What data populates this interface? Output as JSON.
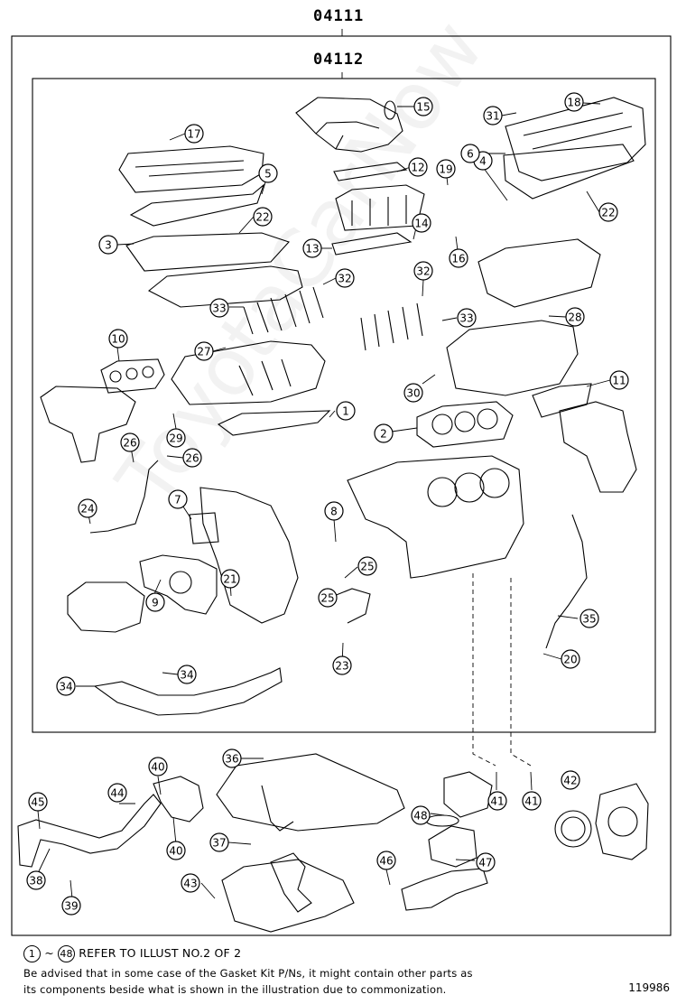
{
  "kits": {
    "outer_number": "04111",
    "inner_number": "04112"
  },
  "watermark": "ToyotaCarNow",
  "callouts": [
    {
      "num": "1"
    },
    {
      "num": "2"
    },
    {
      "num": "3"
    },
    {
      "num": "4"
    },
    {
      "num": "5"
    },
    {
      "num": "6"
    },
    {
      "num": "7"
    },
    {
      "num": "8"
    },
    {
      "num": "9"
    },
    {
      "num": "10"
    },
    {
      "num": "11"
    },
    {
      "num": "12"
    },
    {
      "num": "13"
    },
    {
      "num": "14"
    },
    {
      "num": "15"
    },
    {
      "num": "16"
    },
    {
      "num": "17"
    },
    {
      "num": "18"
    },
    {
      "num": "19"
    },
    {
      "num": "20"
    },
    {
      "num": "21"
    },
    {
      "num": "22"
    },
    {
      "num": "22"
    },
    {
      "num": "23"
    },
    {
      "num": "24"
    },
    {
      "num": "25"
    },
    {
      "num": "25"
    },
    {
      "num": "26"
    },
    {
      "num": "26"
    },
    {
      "num": "27"
    },
    {
      "num": "28"
    },
    {
      "num": "29"
    },
    {
      "num": "30"
    },
    {
      "num": "31"
    },
    {
      "num": "32"
    },
    {
      "num": "32"
    },
    {
      "num": "33"
    },
    {
      "num": "33"
    },
    {
      "num": "34"
    },
    {
      "num": "34"
    },
    {
      "num": "35"
    },
    {
      "num": "36"
    },
    {
      "num": "37"
    },
    {
      "num": "38"
    },
    {
      "num": "39"
    },
    {
      "num": "40"
    },
    {
      "num": "40"
    },
    {
      "num": "41"
    },
    {
      "num": "41"
    },
    {
      "num": "42"
    },
    {
      "num": "43"
    },
    {
      "num": "44"
    },
    {
      "num": "45"
    },
    {
      "num": "46"
    },
    {
      "num": "47"
    },
    {
      "num": "48"
    }
  ],
  "footer": {
    "ref_start": "1",
    "ref_sep": "~",
    "ref_end": "48",
    "ref_text": "REFER TO ILLUST NO.2 OF 2",
    "advice_line_1": "Be advised that in some case of the Gasket Kit P/Ns,  it might contain other parts as",
    "advice_line_2": "its components beside what is shown in the illustration due to commonization.",
    "illustration_id": "119986"
  }
}
